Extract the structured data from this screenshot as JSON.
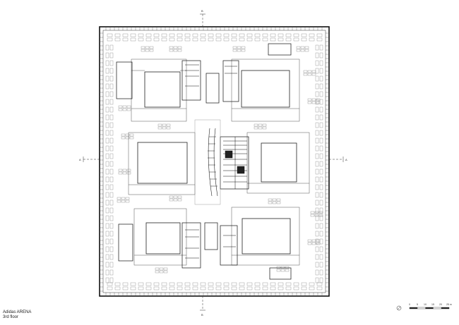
{
  "drawing": {
    "project_name": "Adidas ARENA",
    "floor_name": "3rd floor"
  },
  "section_marks": {
    "top": "B",
    "bottom": "B",
    "left": "A",
    "right": "A"
  },
  "scale_bar": {
    "ticks": [
      "0",
      "5",
      "10",
      "15",
      "20",
      "25 m"
    ]
  }
}
